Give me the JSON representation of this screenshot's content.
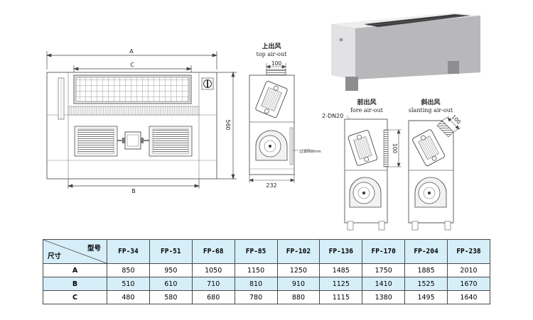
{
  "drawing": {
    "dim_a": "A",
    "dim_b": "B",
    "dim_c": "C",
    "dim_height": "560",
    "side_top_width": "100",
    "side_depth": "232",
    "filter_label": "过滤网8mm",
    "top_outlet_cn": "上出风",
    "top_outlet_en": "top air-out",
    "fore_outlet_cn": "前出风",
    "fore_outlet_en": "fore air-out",
    "slant_outlet_cn": "斜出风",
    "slant_outlet_en": "slanting air-out",
    "pipe_label": "2-DN20",
    "fore_dim": "100",
    "slant_dim": "100"
  },
  "table": {
    "corner_top": "型号",
    "corner_bottom": "尺寸",
    "models": [
      "FP-34",
      "FP-51",
      "FP-68",
      "FP-85",
      "FP-102",
      "FP-136",
      "FP-170",
      "FP-204",
      "FP-238"
    ],
    "rows": [
      {
        "label": "A",
        "values": [
          "850",
          "950",
          "1050",
          "1150",
          "1250",
          "1485",
          "1750",
          "1885",
          "2010"
        ]
      },
      {
        "label": "B",
        "values": [
          "510",
          "610",
          "710",
          "810",
          "910",
          "1125",
          "1410",
          "1525",
          "1670"
        ]
      },
      {
        "label": "C",
        "values": [
          "480",
          "580",
          "680",
          "780",
          "880",
          "1115",
          "1380",
          "1495",
          "1640"
        ]
      }
    ]
  }
}
